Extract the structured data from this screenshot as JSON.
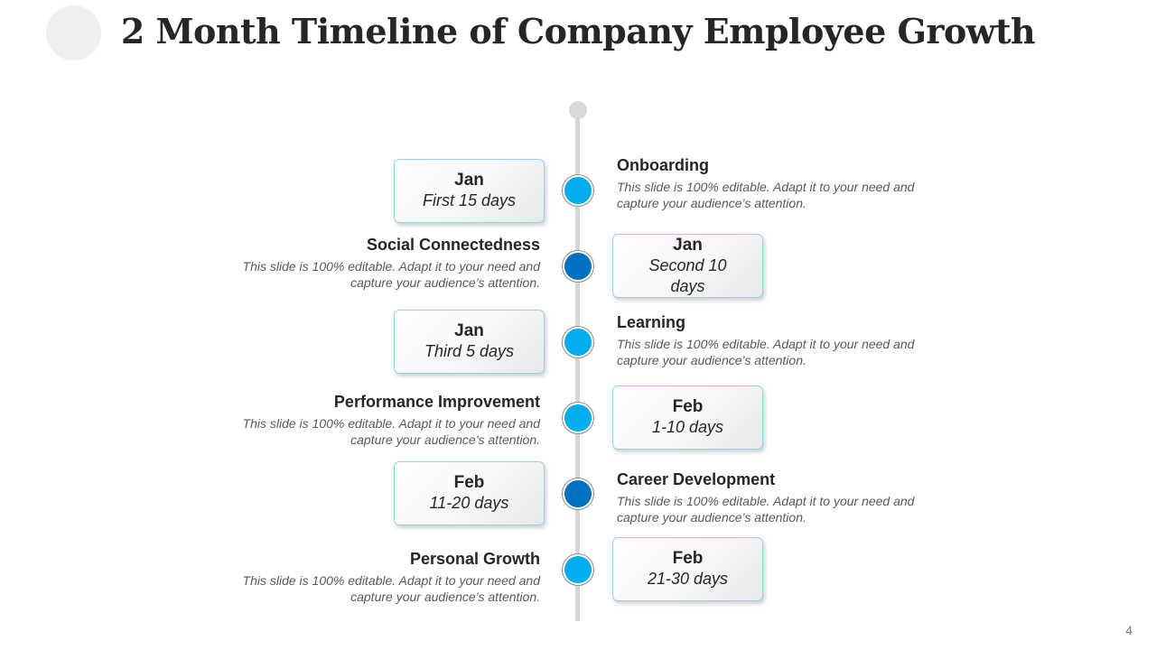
{
  "title": "2 Month Timeline of Company Employee Growth",
  "page_number": "4",
  "colors": {
    "accent_light": "#00aeef",
    "accent_dark": "#0070c0",
    "spine": "#d6d6d6",
    "box_border": "#8fd3ef"
  },
  "timeline": [
    {
      "month": "Jan",
      "period": "First 15 days",
      "title": "Onboarding",
      "description": "This slide is 100% editable.  Adapt it to your need and capture your audience’s  attention.",
      "dot": "light"
    },
    {
      "month": "Jan",
      "period": "Second 10 days",
      "title": "Social Connectedness",
      "description": "This slide is 100% editable.  Adapt it to your need and capture your audience’s  attention.",
      "dot": "dark"
    },
    {
      "month": "Jan",
      "period": "Third 5 days",
      "title": "Learning",
      "description": "This slide is 100% editable.  Adapt it to your need and capture your audience’s  attention.",
      "dot": "light"
    },
    {
      "month": "Feb",
      "period": "1-10 days",
      "title": "Performance Improvement",
      "description": "This slide is 100% editable.  Adapt it to your need and capture your audience’s  attention.",
      "dot": "light"
    },
    {
      "month": "Feb",
      "period": "11-20 days",
      "title": "Career Development",
      "description": "This slide is 100% editable.  Adapt it to your need and capture your audience’s  attention.",
      "dot": "dark"
    },
    {
      "month": "Feb",
      "period": "21-30 days",
      "title": "Personal Growth",
      "description": "This slide is 100% editable.  Adapt it to your need and capture your audience’s  attention.",
      "dot": "light"
    }
  ]
}
